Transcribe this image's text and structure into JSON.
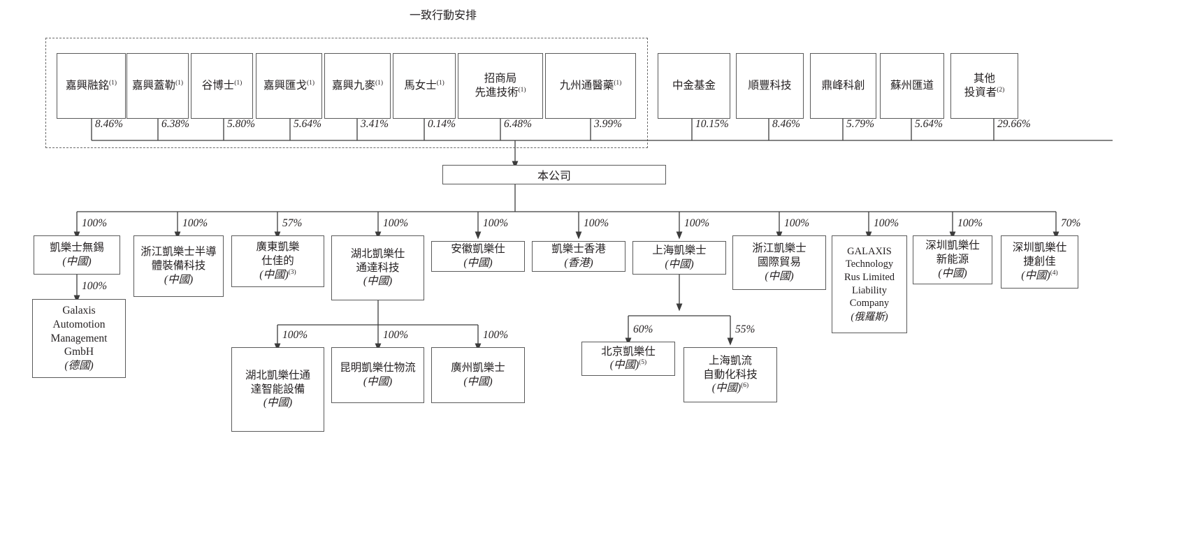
{
  "title": "一致行動安排",
  "company": {
    "label": "本公司"
  },
  "shareholders": [
    {
      "name": "嘉興融銘",
      "note": "(1)",
      "pct": "8.46%",
      "concert": true
    },
    {
      "name": "嘉興蓋勒",
      "note": "(1)",
      "pct": "6.38%",
      "concert": true
    },
    {
      "name": "谷博士",
      "note": "(1)",
      "pct": "5.80%",
      "concert": true
    },
    {
      "name": "嘉興匯戈",
      "note": "(1)",
      "pct": "5.64%",
      "concert": true
    },
    {
      "name": "嘉興九麥",
      "note": "(1)",
      "pct": "3.41%",
      "concert": true
    },
    {
      "name": "馬女士",
      "note": "(1)",
      "pct": "0.14%",
      "concert": true
    },
    {
      "name": "招商局\n先進技術",
      "note": "(1)",
      "pct": "6.48%",
      "concert": true
    },
    {
      "name": "九州通醫藥",
      "note": "(1)",
      "pct": "3.99%",
      "concert": true
    },
    {
      "name": "中金基金",
      "note": "",
      "pct": "10.15%",
      "concert": false
    },
    {
      "name": "順豐科技",
      "note": "",
      "pct": "8.46%",
      "concert": false
    },
    {
      "name": "鼎峰科創",
      "note": "",
      "pct": "5.79%",
      "concert": false
    },
    {
      "name": "蘇州匯道",
      "note": "",
      "pct": "5.64%",
      "concert": false
    },
    {
      "name": "其他\n投資者",
      "note": "(2)",
      "pct": "29.66%",
      "concert": false
    }
  ],
  "subsidiaries": [
    {
      "name": "凱樂士無錫",
      "country": "(中國)",
      "note": "",
      "pct": "100%"
    },
    {
      "name": "浙江凱樂士半導\n體裝備科技",
      "country": "(中國)",
      "note": "",
      "pct": "100%"
    },
    {
      "name": "廣東凱樂\n仕佳的",
      "country": "(中國)",
      "note": "(3)",
      "pct": "57%"
    },
    {
      "name": "湖北凱樂仕\n通達科技",
      "country": "(中國)",
      "note": "",
      "pct": "100%"
    },
    {
      "name": "安徽凱樂仕",
      "country": "(中國)",
      "note": "",
      "pct": "100%"
    },
    {
      "name": "凱樂士香港",
      "country": "(香港)",
      "note": "",
      "pct": "100%"
    },
    {
      "name": "上海凱樂士",
      "country": "(中國)",
      "note": "",
      "pct": "100%"
    },
    {
      "name": "浙江凱樂士\n國際貿易",
      "country": "(中國)",
      "note": "",
      "pct": "100%"
    },
    {
      "name": "GALAXIS\nTechnology\nRus Limited\nLiability\nCompany",
      "country": "(俄羅斯)",
      "note": "",
      "pct": "100%",
      "latin": true
    },
    {
      "name": "深圳凱樂仕\n新能源",
      "country": "(中國)",
      "note": "",
      "pct": "100%"
    },
    {
      "name": "深圳凱樂仕\n捷創佳",
      "country": "(中國)",
      "note": "(4)",
      "pct": "70%"
    }
  ],
  "third_level": [
    {
      "parent": "凱樂士無錫",
      "name": "Galaxis\nAutomotion\nManagement\nGmbH",
      "country": "(德國)",
      "note": "",
      "pct": "100%",
      "latin": true
    },
    {
      "parent": "湖北凱樂仕通達科技",
      "name": "湖北凱樂仕通\n達智能設備",
      "country": "(中國)",
      "note": "",
      "pct": "100%"
    },
    {
      "parent": "湖北凱樂仕通達科技",
      "name": "昆明凱樂仕物流",
      "country": "(中國)",
      "note": "",
      "pct": "100%"
    },
    {
      "parent": "湖北凱樂仕通達科技",
      "name": "廣州凱樂士",
      "country": "(中國)",
      "note": "",
      "pct": "100%"
    },
    {
      "parent": "上海凱樂士",
      "name": "北京凱樂仕",
      "country": "(中國)",
      "note": "(5)",
      "pct": "60%"
    },
    {
      "parent": "上海凱樂士",
      "name": "上海凱流\n自動化科技",
      "country": "(中國)",
      "note": "(6)",
      "pct": "55%"
    }
  ],
  "colors": {
    "line": "#3c3c3c",
    "box_border": "#5a5a5a",
    "dash_border": "#6b6b6b",
    "text": "#231f20"
  }
}
